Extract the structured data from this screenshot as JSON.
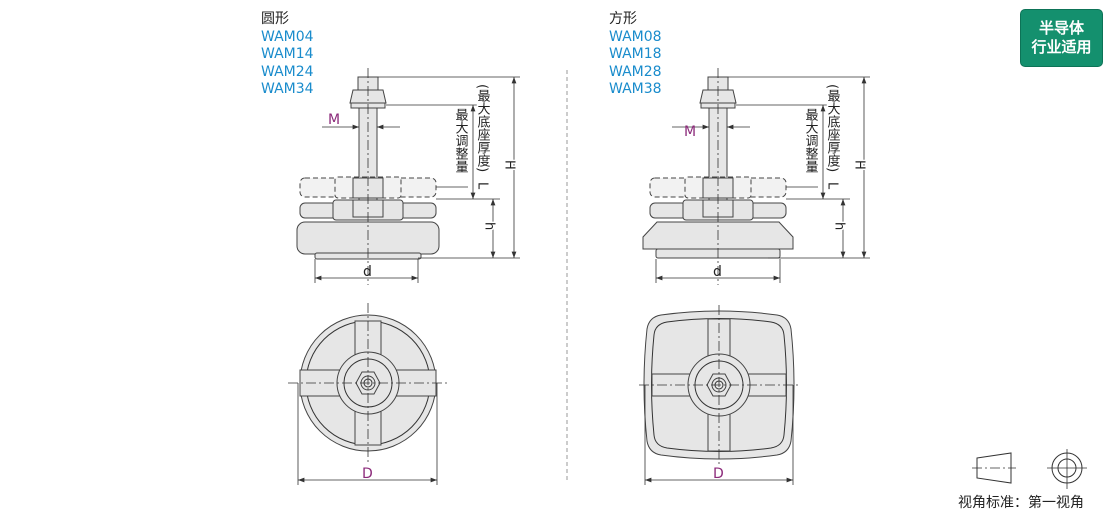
{
  "left_view": {
    "shape": "圆形",
    "models": [
      "WAM04",
      "WAM14",
      "WAM24",
      "WAM34"
    ]
  },
  "right_view": {
    "shape": "方形",
    "models": [
      "WAM08",
      "WAM18",
      "WAM28",
      "WAM38"
    ]
  },
  "dimensions": {
    "M": "M",
    "d": "d",
    "D": "D",
    "H": "H",
    "h": "h",
    "L": "L",
    "max_adjust": "最大调整量",
    "max_base": "(最大底座厚度)"
  },
  "badge": {
    "line1": "半导体",
    "line2": "行业适用",
    "color": "#14906e"
  },
  "view_standard": {
    "label": "视角标准：第一视角"
  },
  "colors": {
    "model_text": "#1a8ccc",
    "dimension_highlight": "#8b2a7a"
  }
}
